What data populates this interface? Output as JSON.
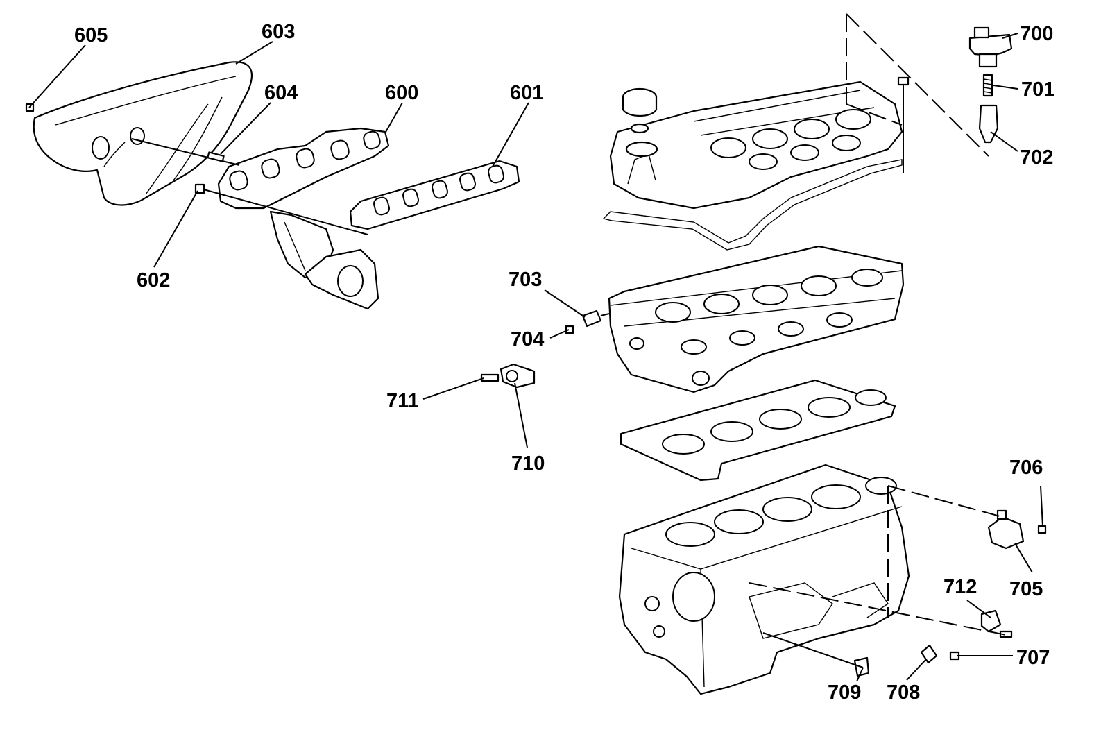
{
  "callouts": {
    "c600": "600",
    "c601": "601",
    "c602": "602",
    "c603": "603",
    "c604": "604",
    "c605": "605",
    "c700": "700",
    "c701": "701",
    "c702": "702",
    "c703": "703",
    "c704": "704",
    "c705": "705",
    "c706": "706",
    "c707": "707",
    "c708": "708",
    "c709": "709",
    "c710": "710",
    "c711": "711",
    "c712": "712"
  },
  "colors": {
    "line": "#000000",
    "background": "#ffffff"
  }
}
